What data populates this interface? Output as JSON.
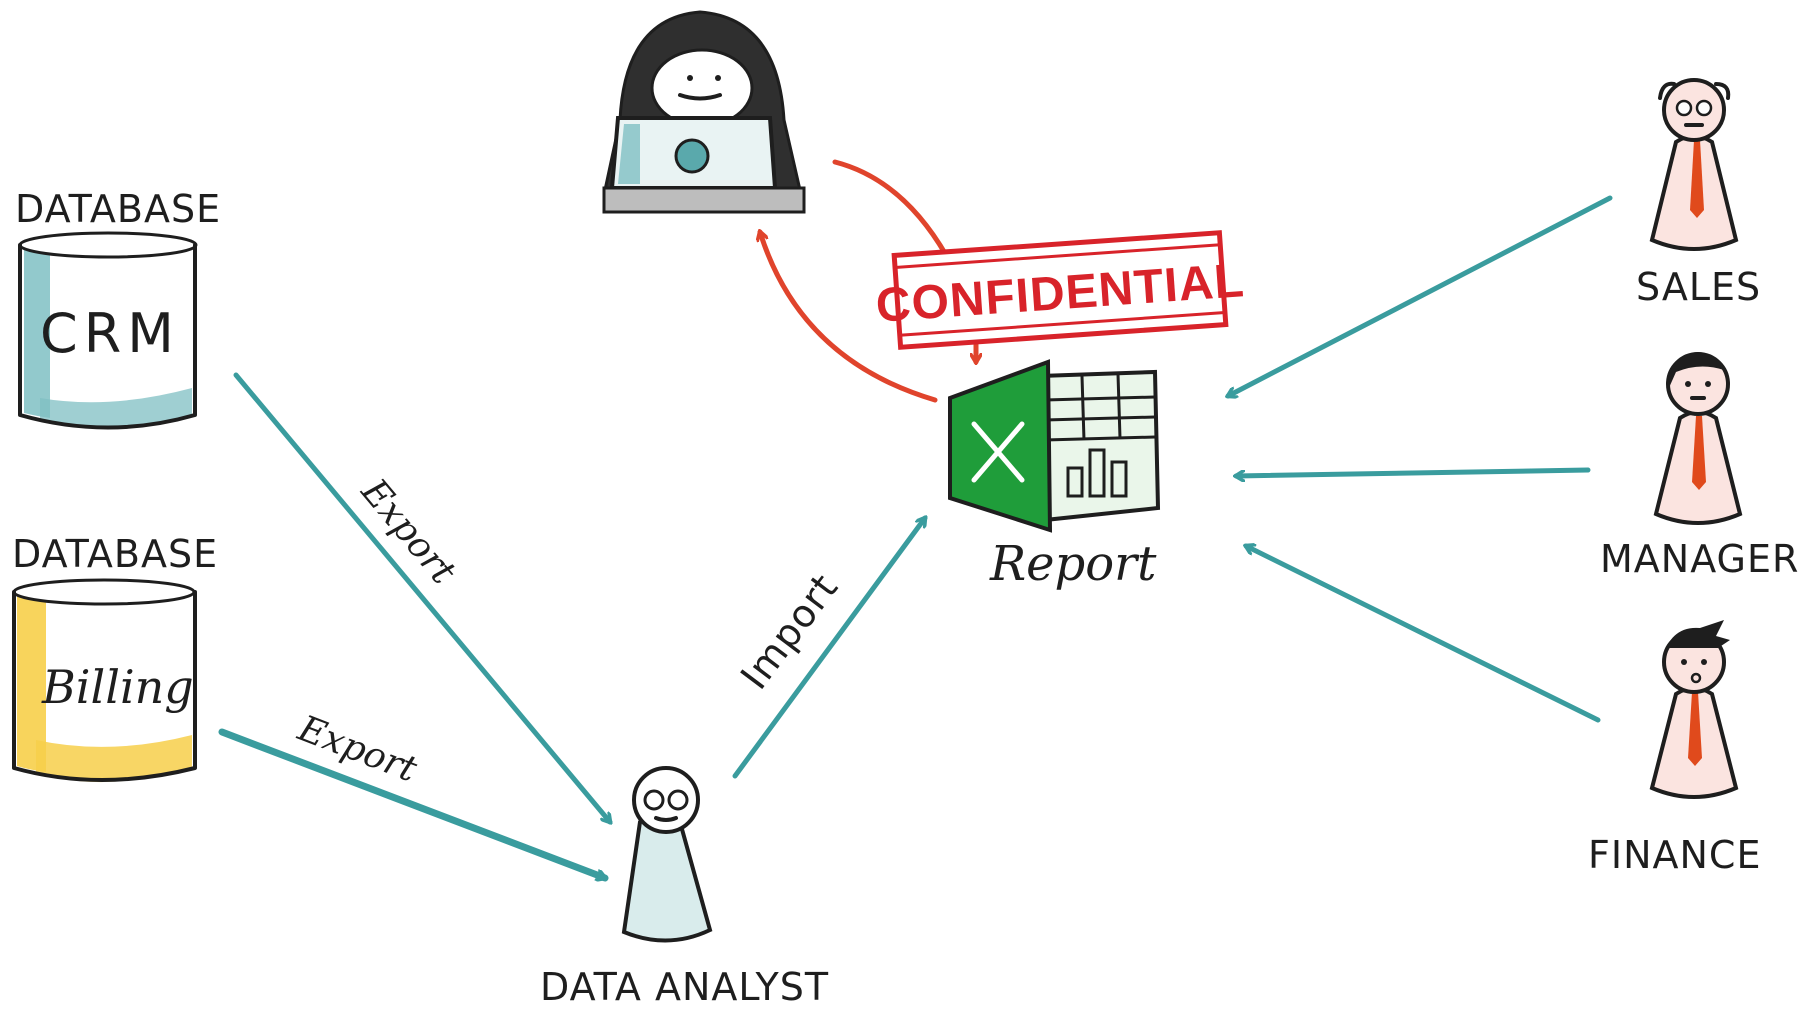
{
  "databases": [
    {
      "heading": "DATABASE",
      "name": "CRM",
      "color": "#7fbfc3"
    },
    {
      "heading": "DATABASE",
      "name": "Billing",
      "color": "#f7cf4a"
    }
  ],
  "edge_labels": {
    "crm_export": "Export",
    "billing_export": "Export",
    "import": "Import"
  },
  "analyst_label": "DATA ANALYST",
  "report_label": "Report",
  "stamp_text": "CONFIDENTIAL",
  "roles": [
    {
      "label": "SALES"
    },
    {
      "label": "MANAGER"
    },
    {
      "label": "FINANCE"
    }
  ],
  "colors": {
    "flow_arrow": "#3a9c9e",
    "leak_arrow": "#e0442c",
    "stamp": "#d8232a",
    "excel_green": "#1f9d3a",
    "tie": "#e04a1c"
  }
}
